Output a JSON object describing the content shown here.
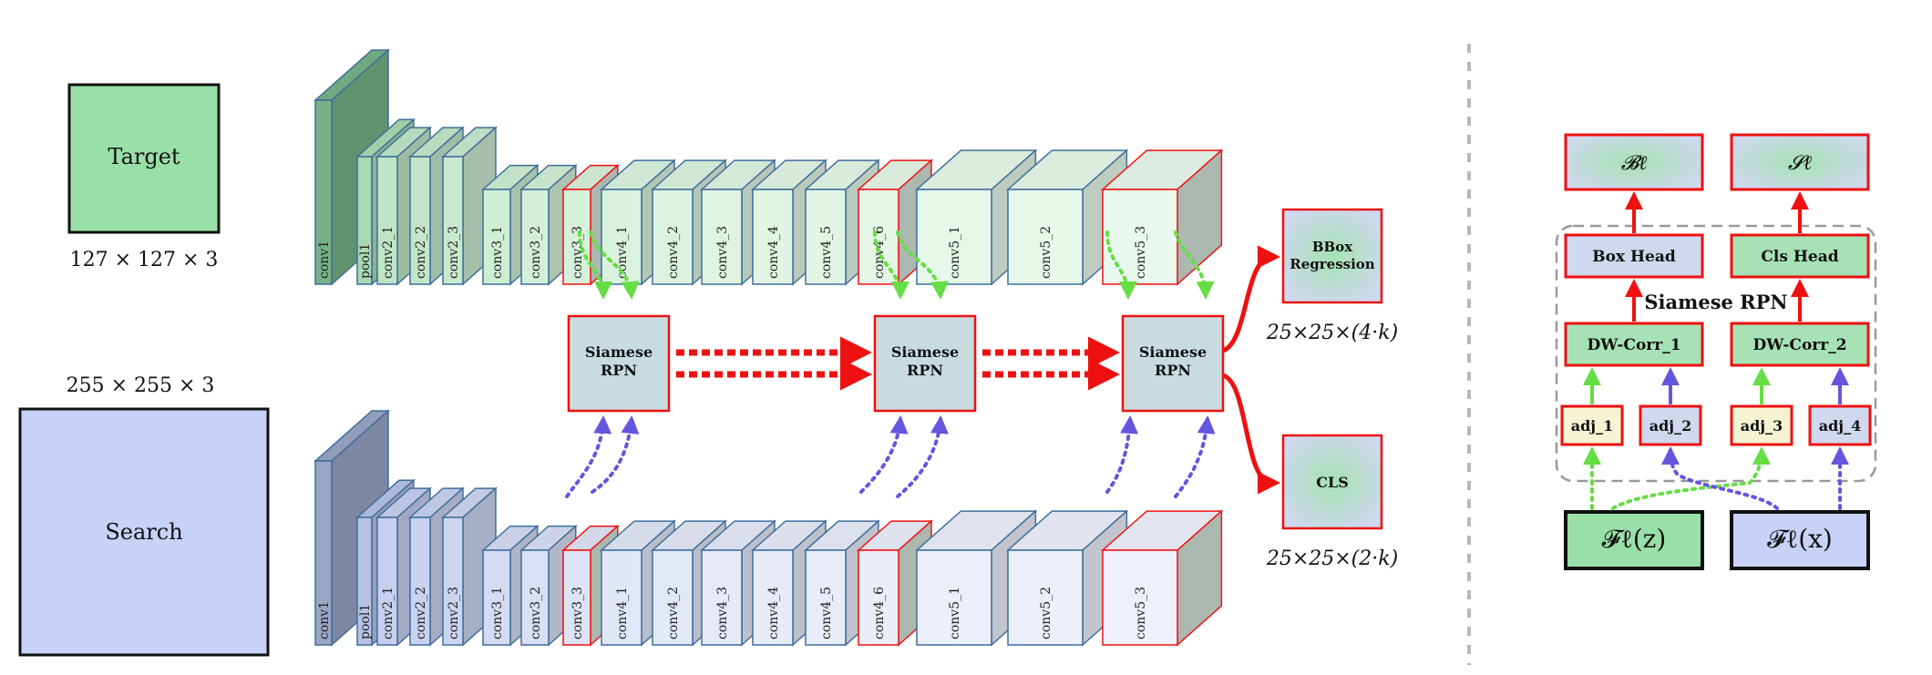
{
  "inputs": {
    "target": {
      "label": "Target",
      "dims": "127 × 127 × 3",
      "fill": "#99e0a8",
      "stroke": "#111111"
    },
    "search": {
      "label": "Search",
      "dims": "255 × 255 × 3",
      "fill": "#c8d2f7",
      "stroke": "#111111"
    }
  },
  "backbone": {
    "layers": [
      "conv1",
      "pool1",
      "conv2_1",
      "conv2_2",
      "conv2_3",
      "conv3_1",
      "conv3_2",
      "conv3_3",
      "conv4_1",
      "conv4_2",
      "conv4_3",
      "conv4_4",
      "conv4_5",
      "conv4_6",
      "conv5_1",
      "conv5_2",
      "conv5_3"
    ],
    "highlighted_layers": [
      "conv3_3",
      "conv4_6",
      "conv5_3"
    ],
    "template_colors": [
      "#76b286",
      "#a9d9b2",
      "#bfe5c6",
      "#c3e6c9",
      "#c9e9cf",
      "#cdeed3",
      "#d2efd7",
      "#d6f1db",
      "#daf3df",
      "#dcf3e0",
      "#dff4e3",
      "#e1f5e5",
      "#e3f6e6",
      "#e5f7e8",
      "#e6f8ea",
      "#e7f8eb",
      "#e8f8ec"
    ],
    "search_colors": [
      "#9aa5c4",
      "#b7c2e3",
      "#c6cfee",
      "#c9d2ef",
      "#ccd5f0",
      "#d4dbf2",
      "#d9dff4",
      "#dde3f5",
      "#e1e6f6",
      "#e3e8f7",
      "#e5e9f8",
      "#e7ebf8",
      "#e9ecf9",
      "#eaeef9",
      "#ebeffa",
      "#edf0fa",
      "#eef1fb"
    ]
  },
  "siamese_blocks": [
    {
      "line1": "Siamese",
      "line2": "RPN"
    },
    {
      "line1": "Siamese",
      "line2": "RPN"
    },
    {
      "line1": "Siamese",
      "line2": "RPN"
    }
  ],
  "outputs": {
    "bbox": {
      "line1": "BBox",
      "line2": "Regression",
      "dims": "25×25×(4·k)"
    },
    "cls": {
      "label": "CLS",
      "dims": "25×25×(2·k)"
    }
  },
  "detail": {
    "title": "Siamese RPN",
    "bbox_out": "𝓑ℓ",
    "cls_out": "𝓢ℓ",
    "box_head": "Box Head",
    "cls_head": "Cls Head",
    "dw_corr_1": "DW-Corr_1",
    "dw_corr_2": "DW-Corr_2",
    "adj": [
      "adj_1",
      "adj_2",
      "adj_3",
      "adj_4"
    ],
    "feat_z": "𝓕ℓ(z)",
    "feat_x": "𝓕ℓ(x)"
  },
  "colors": {
    "red": "#ee1111",
    "green_arrow": "#66dd44",
    "purple_arrow": "#6655dd",
    "rpn_fill": "#c8dce0",
    "head_green": "#a6e2b4",
    "head_blue": "#cfd8ee",
    "adj_yellow": "#f4f3d2",
    "feat_green": "#99e0a8",
    "feat_blue": "#c8d2f7",
    "separator": "#b8b8b8"
  }
}
